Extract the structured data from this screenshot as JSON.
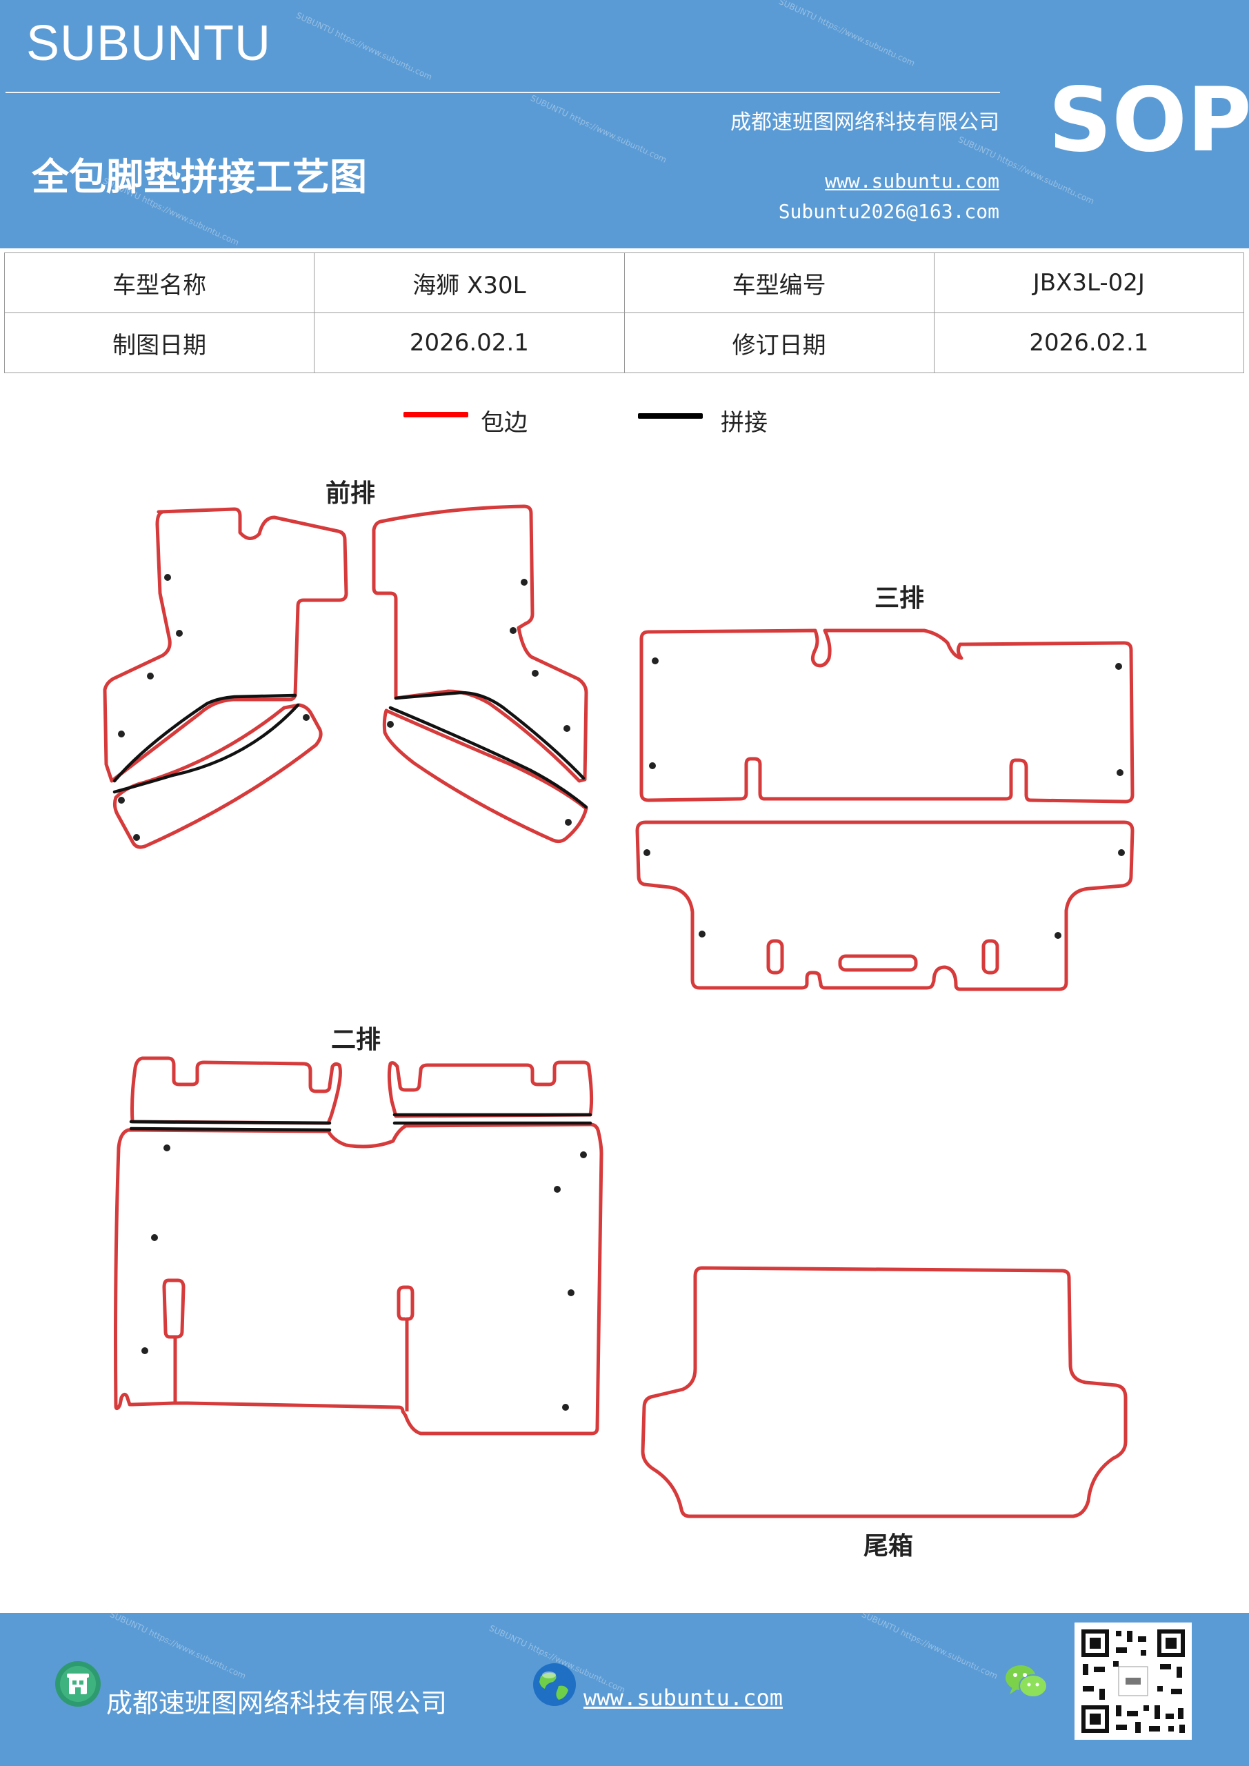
{
  "header": {
    "brand": "SUBUNTU",
    "company": "成都速班图网络科技有限公司",
    "title": "全包脚垫拼接工艺图",
    "website": "www.subuntu.com",
    "email": "Subuntu2026@163.com",
    "badge": "SOP"
  },
  "info_table": {
    "rows": [
      [
        "车型名称",
        "海狮 X30L",
        "车型编号",
        "JBX3L-02J"
      ],
      [
        "制图日期",
        "2026.02.1",
        "修订日期",
        "2026.02.1"
      ]
    ]
  },
  "legend": [
    {
      "label": "包边",
      "color": "#ff0000"
    },
    {
      "label": "拼接",
      "color": "#000000"
    }
  ],
  "sections": {
    "front": "前排",
    "third": "三排",
    "second": "二排",
    "trunk": "尾箱"
  },
  "colors": {
    "header_bg": "#5b9bd5",
    "outline": "#d63a3a",
    "seam": "#111111"
  },
  "footer": {
    "company": "成都速班图网络科技有限公司",
    "website": "www.subuntu.com"
  }
}
